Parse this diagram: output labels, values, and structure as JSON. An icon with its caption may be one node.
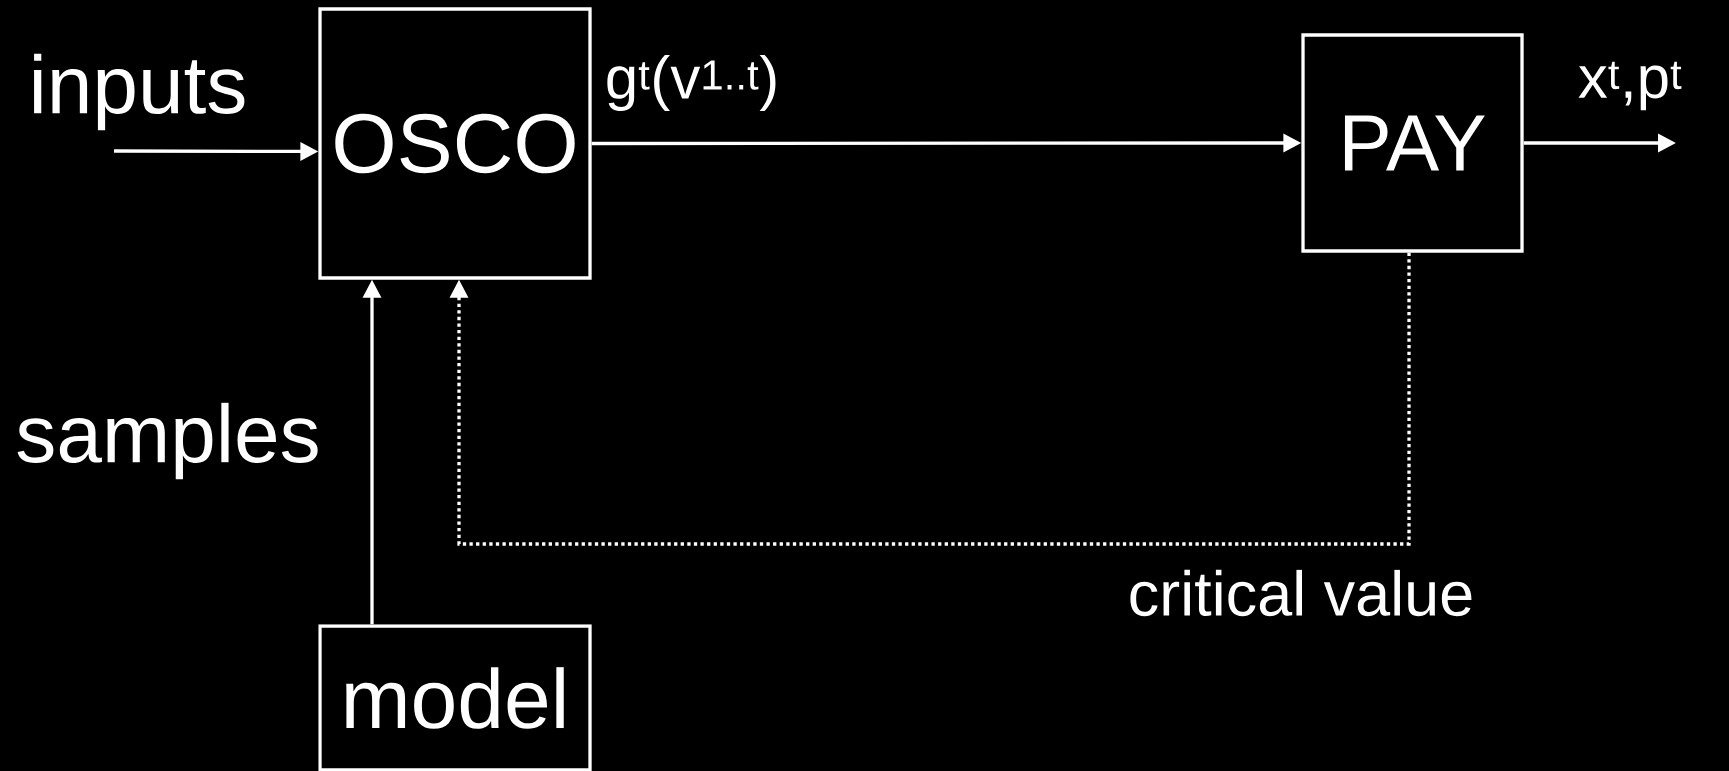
{
  "diagram": {
    "nodes": [
      {
        "text": [
          "OSCO"
        ]
      },
      {
        "text": [
          "PAY"
        ]
      },
      {
        "text": [
          "model"
        ]
      }
    ],
    "edges": [
      {
        "from": null,
        "to": 0,
        "arrow": "to",
        "label": "inputs"
      },
      {
        "from": 0,
        "to": 1,
        "arrow": "to",
        "label": "g$^{t}$(v$^{1..t}$)"
      },
      {
        "from": 1,
        "to": null,
        "arrow": "to",
        "label": "x$^{t}$,p$^{t}$"
      },
      {
        "from": 2,
        "to": 0,
        "arrow": "to",
        "label": "samples"
      },
      {
        "from": 1,
        "to": 0,
        "arrow": "to",
        "label": "critical value",
        "style": "dashed"
      }
    ]
  }
}
